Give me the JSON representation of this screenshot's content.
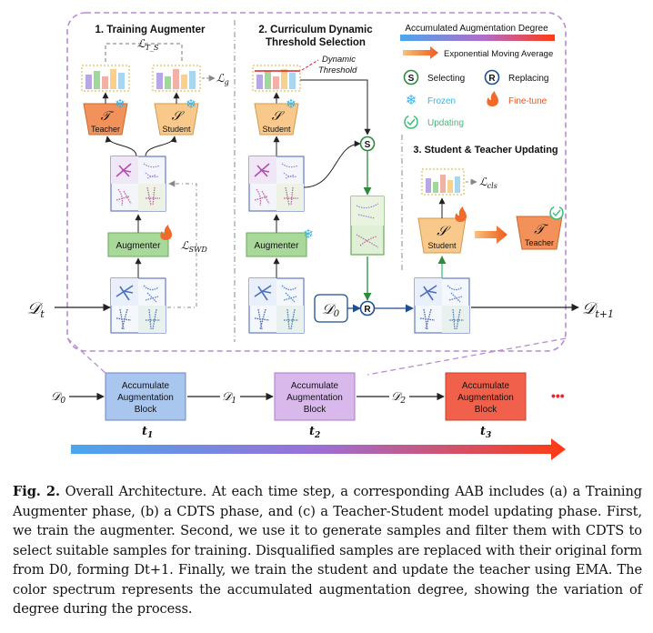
{
  "phases": {
    "training": "1. Training Augmenter",
    "cdts_line1": "2. Curriculum Dynamic",
    "cdts_line2": "Threshold Selection",
    "update": "3. Student & Teacher Updating"
  },
  "legend": {
    "spectrum_label": "Accumulated Augmentation Degree",
    "ema": "Exponential Moving Average",
    "selecting": "Selecting",
    "replacing": "Replacing",
    "frozen": "Frozen",
    "finetune": "Fine-tune",
    "updating": "Updating"
  },
  "blocks": {
    "teacher_symbol": "𝒯",
    "teacher_label": "Teacher",
    "student_symbol": "𝒮",
    "student_label": "Student",
    "augmenter_label": "Augmenter",
    "dynamic_threshold_line1": "Dynamic",
    "dynamic_threshold_line2": "Threshold"
  },
  "math": {
    "d_t": "𝒟t",
    "d_t1": "𝒟t+1",
    "d0": "𝒟0",
    "l_ts": "ℒT_S",
    "l_g": "ℒg",
    "l_swd": "ℒSWD",
    "l_cls": "ℒcls"
  },
  "timeline": {
    "block_label_1": "Accumulate",
    "block_label_2": "Augmentation",
    "block_label_3": "Block",
    "d0": "𝒟0",
    "d1": "𝒟1",
    "d2": "𝒟2",
    "t1": "t1",
    "t2": "t2",
    "t3": "t3",
    "ellipsis": "•••"
  },
  "caption": {
    "label": "Fig. 2.",
    "text": " Overall Architecture. At each time step, a corresponding AAB includes (a) a Training Augmenter phase, (b) a CDTS phase, and (c) a Teacher-Student model updating phase. First, we train the augmenter. Second, we use it to generate samples and filter them with CDTS to select suitable samples for training. Disqualified samples are replaced with their original form from D0, forming Dt+1. Finally, we train the student and update the teacher using EMA. The color spectrum represents the accumulated augmentation degree, showing the variation of degree during the process."
  },
  "colors": {
    "frame": "#b88ad6",
    "teacher": "#f2925a",
    "student": "#f8c98a",
    "augmenter": "#a8d89a",
    "aab1": "#a9c6ef",
    "aab2": "#d9b9ec",
    "aab3": "#f0604b",
    "select": "#2e8b3e",
    "replace": "#1d4f91",
    "frozen": "#3bb4e6",
    "finetune": "#e8561f",
    "updating": "#3bbf78",
    "spectrum_start": "#4aa6ee",
    "spectrum_end": "#ff3a12"
  }
}
